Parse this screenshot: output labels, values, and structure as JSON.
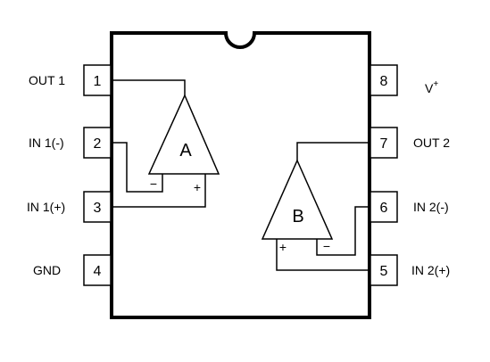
{
  "pins": {
    "p1": {
      "number": "1",
      "label": "OUT 1"
    },
    "p2": {
      "number": "2",
      "label": "IN 1(-)"
    },
    "p3": {
      "number": "3",
      "label": "IN 1(+)"
    },
    "p4": {
      "number": "4",
      "label": "GND"
    },
    "p5": {
      "number": "5",
      "label": "IN 2(+)"
    },
    "p6": {
      "number": "6",
      "label": "IN 2(-)"
    },
    "p7": {
      "number": "7",
      "label": "OUT 2"
    },
    "p8": {
      "number": "8",
      "label": "V",
      "label_sup": "+"
    }
  },
  "amplifiers": {
    "a": {
      "name": "A",
      "minus": "−",
      "plus": "+"
    },
    "b": {
      "name": "B",
      "minus": "−",
      "plus": "+"
    }
  }
}
